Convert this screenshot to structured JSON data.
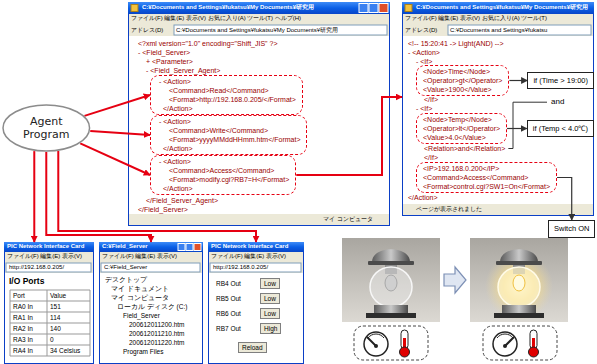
{
  "diagram": {
    "nodes": [
      {
        "text": [
          "Agent Program"
        ]
      },
      {
        "text": [
          "C:¥Documents and Settings¥fukatsu¥My Documents¥研究用",
          "ファイル(F) 編集(E) 表示(V) お気に入り(A) ツール(T) ヘルプ(H)",
          "アドレス(D)",
          "C:¥Documents and Settings¥fukatsu¥My Documents¥研究用",
          "<?xml version=\"1.0\" encoding=\"Shift_JIS\" ?>",
          "- <Field_Server>",
          "+ <Parameter>",
          "- <Field_Server_Agent>",
          "</Field_Server_Agent>",
          "</Field_Server>",
          "マイ コンピュータ"
        ]
      },
      {
        "text": [
          "- <Action>",
          "<Command>Read</Command>",
          "<Format>http://192.168.0.205/</Format>",
          "</Action>"
        ],
        "in": 1
      },
      {
        "text": [
          "- <Action>",
          "<Command>Write</Command>",
          "<Format>yyyyMMddHHmm.htm</Format>",
          "</Action>"
        ],
        "in": 1
      },
      {
        "text": [
          "- <Action>",
          "<Command>Access</Command>",
          "<Format>modify.cgi?RB7=H</Format>",
          "</Action>"
        ],
        "in": 1
      },
      {
        "text": [
          "C:¥Documents and Settings¥fukatsu¥My Documents¥研究用",
          "ファイル(F) 編集(E) 表示(V) お気に入り(A) ツール(T)",
          "アドレス(D)",
          "C:¥Documents and Settings¥fukatsu",
          "<!-- 15:20:41 -> Light(AND) -->",
          "- <Action>",
          "- <If>",
          "</If>",
          "- <If>",
          "<Relation>and</Relation>",
          "</If>",
          "</Action>",
          "ページが表示されました"
        ]
      },
      {
        "text": [
          "<Node>Time</Node>",
          "<Operator>gt</Operator>",
          "<Value>1900</Value>"
        ],
        "in": 5
      },
      {
        "text": [
          "<Node>Temp</Node>",
          "<Operator>lt</Operator>",
          "<Value>4.0</Value>"
        ],
        "in": 5
      },
      {
        "text": [
          "<IP>192.168.0.200</IP>",
          "<Command>Access</Command>",
          "<Format>control.cgi?SW1=On</Format>"
        ],
        "in": 5
      },
      {
        "text": [
          "if (Time > 19:00)"
        ]
      },
      {
        "text": [
          "if (Temp < 4.0℃)"
        ]
      },
      {
        "text": [
          "Switch ON"
        ]
      },
      {
        "text": [
          "PIC Network Interface Card",
          "ファイル(F) 編集(E) 表示(V)",
          "http://192.168.0.205/",
          "I/O Ports",
          "Port",
          "Value",
          "RA0 In",
          "151",
          "RA1 In",
          "114",
          "RA2 In",
          "140",
          "RA3 In",
          "0",
          "RA4 In",
          "34 Celsius"
        ]
      },
      {
        "text": [
          "C:¥Field_Server",
          "ファイル(F) 編集(E) 表示(V)",
          "C:¥Field_Server",
          "デスクトップ",
          "マイ ドキュメント",
          "マイ コンピュータ",
          "ローカル ディスク (C:)",
          "Field_Server",
          "200612011200.htm",
          "200612011210.htm",
          "200612011220.htm",
          "Program Files"
        ]
      },
      {
        "text": [
          "PIC Network Interface Card",
          "ファイル(F) 編集(E) 表示(V)",
          "http://192.168.0.205/",
          "RB4 Out",
          "Low",
          "RB5 Out",
          "Low",
          "RB6 Out",
          "Low",
          "RB7 Out",
          "High",
          "Reload"
        ]
      }
    ],
    "edges": [
      {
        "from": 0,
        "to": 2,
        "arrow": "to"
      },
      {
        "from": 0,
        "to": 3,
        "arrow": "to"
      },
      {
        "from": 0,
        "to": 4,
        "arrow": "to"
      },
      {
        "from": 4,
        "to": 5,
        "arrow": "to"
      },
      {
        "from": 6,
        "to": 9,
        "arrow": "to"
      },
      {
        "from": 7,
        "to": 10,
        "arrow": "to"
      },
      {
        "from": 8,
        "to": 11,
        "arrow": "to"
      },
      {
        "from": 0,
        "to": 12,
        "arrow": "to"
      },
      {
        "from": 0,
        "to": 13,
        "arrow": "to"
      },
      {
        "from": 0,
        "to": 14,
        "arrow": "to"
      }
    ],
    "labels": [
      "and"
    ]
  }
}
